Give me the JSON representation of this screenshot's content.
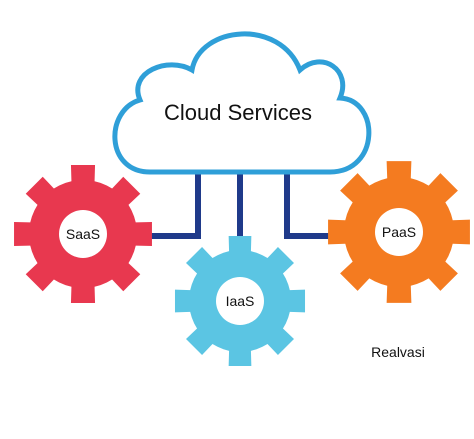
{
  "diagram": {
    "cloud_label": "Cloud Services",
    "gears": [
      {
        "id": "saas",
        "label": "SaaS",
        "color": "#e8384f"
      },
      {
        "id": "iaas",
        "label": "IaaS",
        "color": "#5bc5e3"
      },
      {
        "id": "paas",
        "label": "PaaS",
        "color": "#f47b20"
      }
    ],
    "cloud_outline_color": "#2f9fd8",
    "connector_color": "#1f3a8a",
    "watermark": "Realvasi"
  }
}
